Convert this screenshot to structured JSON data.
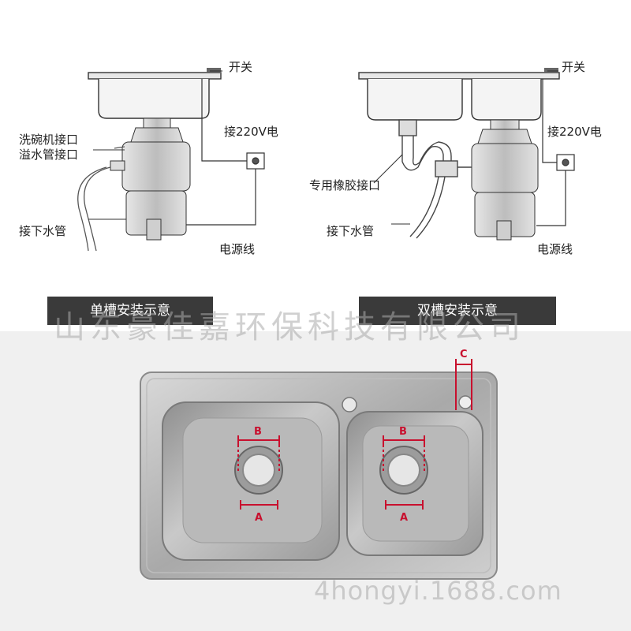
{
  "single": {
    "switch": "开关",
    "dishwasher_port": "洗碗机接口",
    "overflow_port": "溢水管接口",
    "power_in": "接220V电",
    "drain": "接下水管",
    "power_cord": "电源线",
    "caption": "单槽安装示意"
  },
  "double": {
    "switch": "开关",
    "rubber_port": "专用橡胶接口",
    "power_in": "接220V电",
    "drain": "接下水管",
    "power_cord": "电源线",
    "caption": "双槽安装示意"
  },
  "dimensions": {
    "left_a": "A",
    "left_b": "B",
    "right_a": "A",
    "right_b": "B",
    "c": "C"
  },
  "watermark": {
    "company": "山东豪佳嘉环保科技有限公司",
    "site": "4hongyi.1688.com"
  },
  "colors": {
    "dimension": "#c8102e",
    "caption_bg": "#3a3a3a"
  }
}
